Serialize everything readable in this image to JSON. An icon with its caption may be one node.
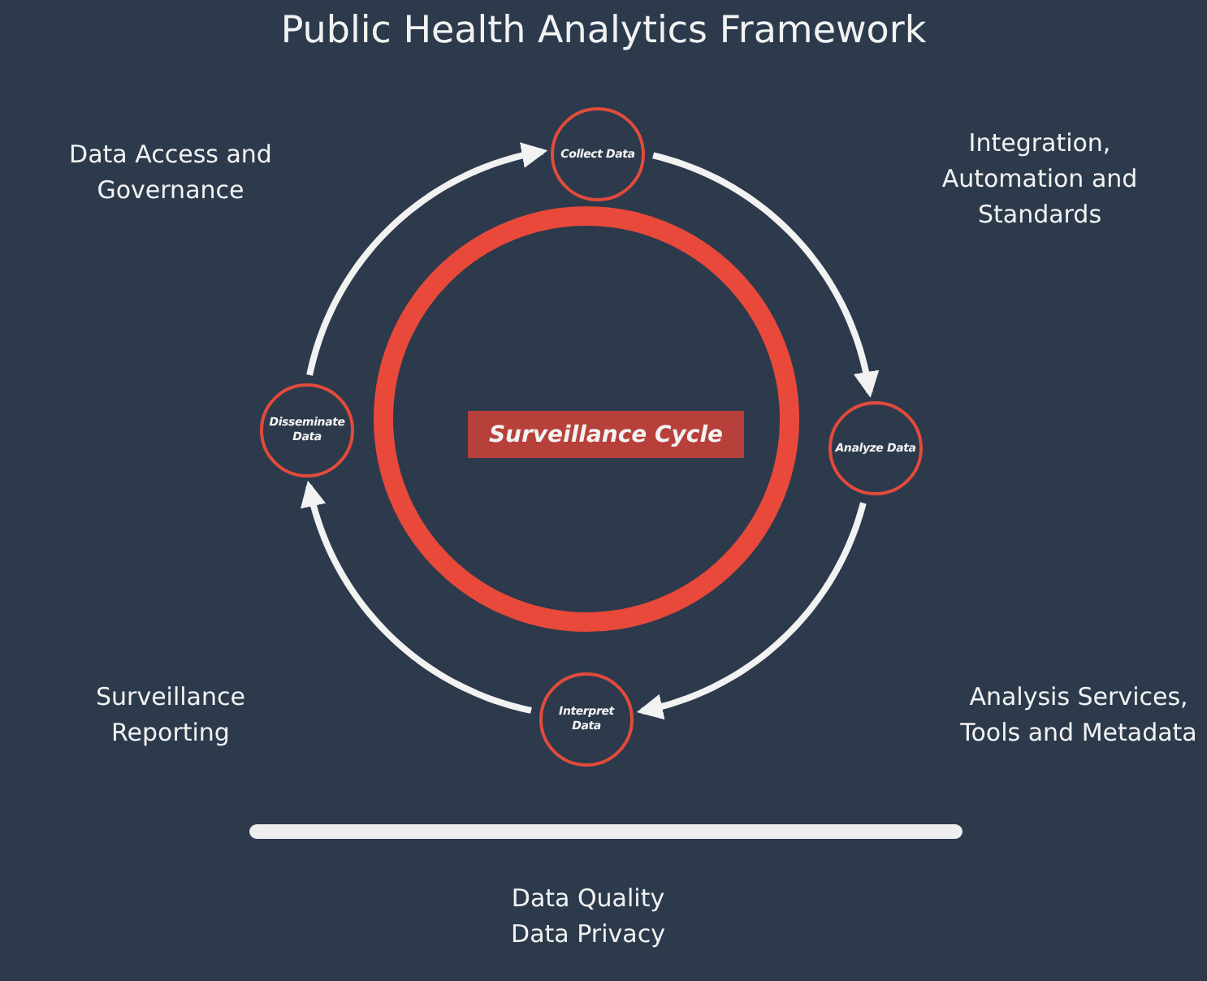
{
  "diagram": {
    "title": "Public Health Analytics Framework",
    "nodes": [
      {
        "text": [],
        "shape": "circle"
      },
      {
        "text": [
          "Surveillance Cycle"
        ],
        "in": 0
      },
      {
        "text": [
          "Collect Data"
        ]
      },
      {
        "text": [
          "Disseminate Data"
        ]
      },
      {
        "text": [
          "Analyze Data"
        ]
      },
      {
        "text": [
          "Interpret Data"
        ]
      }
    ],
    "edges": [
      {
        "from": 2,
        "to": 4,
        "arrow": "to"
      },
      {
        "from": 4,
        "to": 5,
        "arrow": "to"
      },
      {
        "from": 5,
        "to": 3,
        "arrow": "to"
      },
      {
        "from": 3,
        "to": 2,
        "arrow": "to"
      }
    ],
    "labels": [
      "Data Access and Governance",
      "Integration, Automation and Standards",
      "Surveillance Reporting",
      "Analysis Services, Tools and Metadata",
      "Data Quality",
      "Data Privacy"
    ]
  }
}
